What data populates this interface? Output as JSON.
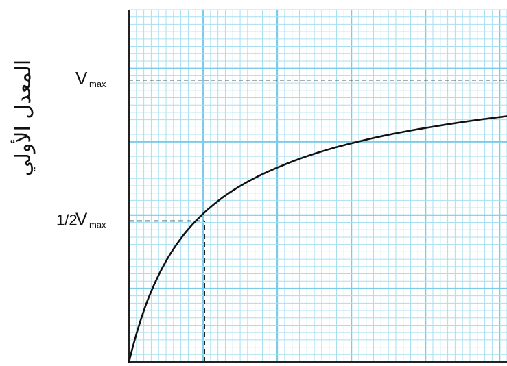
{
  "chart_data": {
    "type": "line",
    "ylabel": "المعدل الأولي",
    "xlabel": "",
    "y_ticks": [
      {
        "label": "V",
        "subscript": "max",
        "fraction": "",
        "value": 1.0
      },
      {
        "label": "V",
        "subscript": "max",
        "fraction": "1/2",
        "value": 0.5
      }
    ],
    "xlim": [
      0,
      1
    ],
    "ylim": [
      0,
      1.25
    ],
    "grid": true,
    "series": [
      {
        "curve": "michaelis-menten",
        "x": [
          0,
          0.05,
          0.1,
          0.15,
          0.25,
          0.4,
          0.6,
          0.8,
          1.0
        ],
        "y": [
          0,
          0.2215,
          0.3625,
          0.46,
          0.5855,
          0.6935,
          0.7795,
          0.8335,
          0.872
        ]
      }
    ],
    "annotations": [
      {
        "type": "hline-dashed",
        "y": 1.0,
        "from_x": 0,
        "to_x": 1.0
      },
      {
        "type": "hline-dashed",
        "y": 0.5,
        "from_x": 0,
        "to_x": 0.2
      },
      {
        "type": "vline-dashed",
        "x": 0.2,
        "from_y": 0,
        "to_y": 0.5
      }
    ],
    "colors": {
      "grid_minor": "#a8dff0",
      "grid_major": "#7ccbe8",
      "curve": "#111111",
      "background": "#ffffff"
    }
  }
}
